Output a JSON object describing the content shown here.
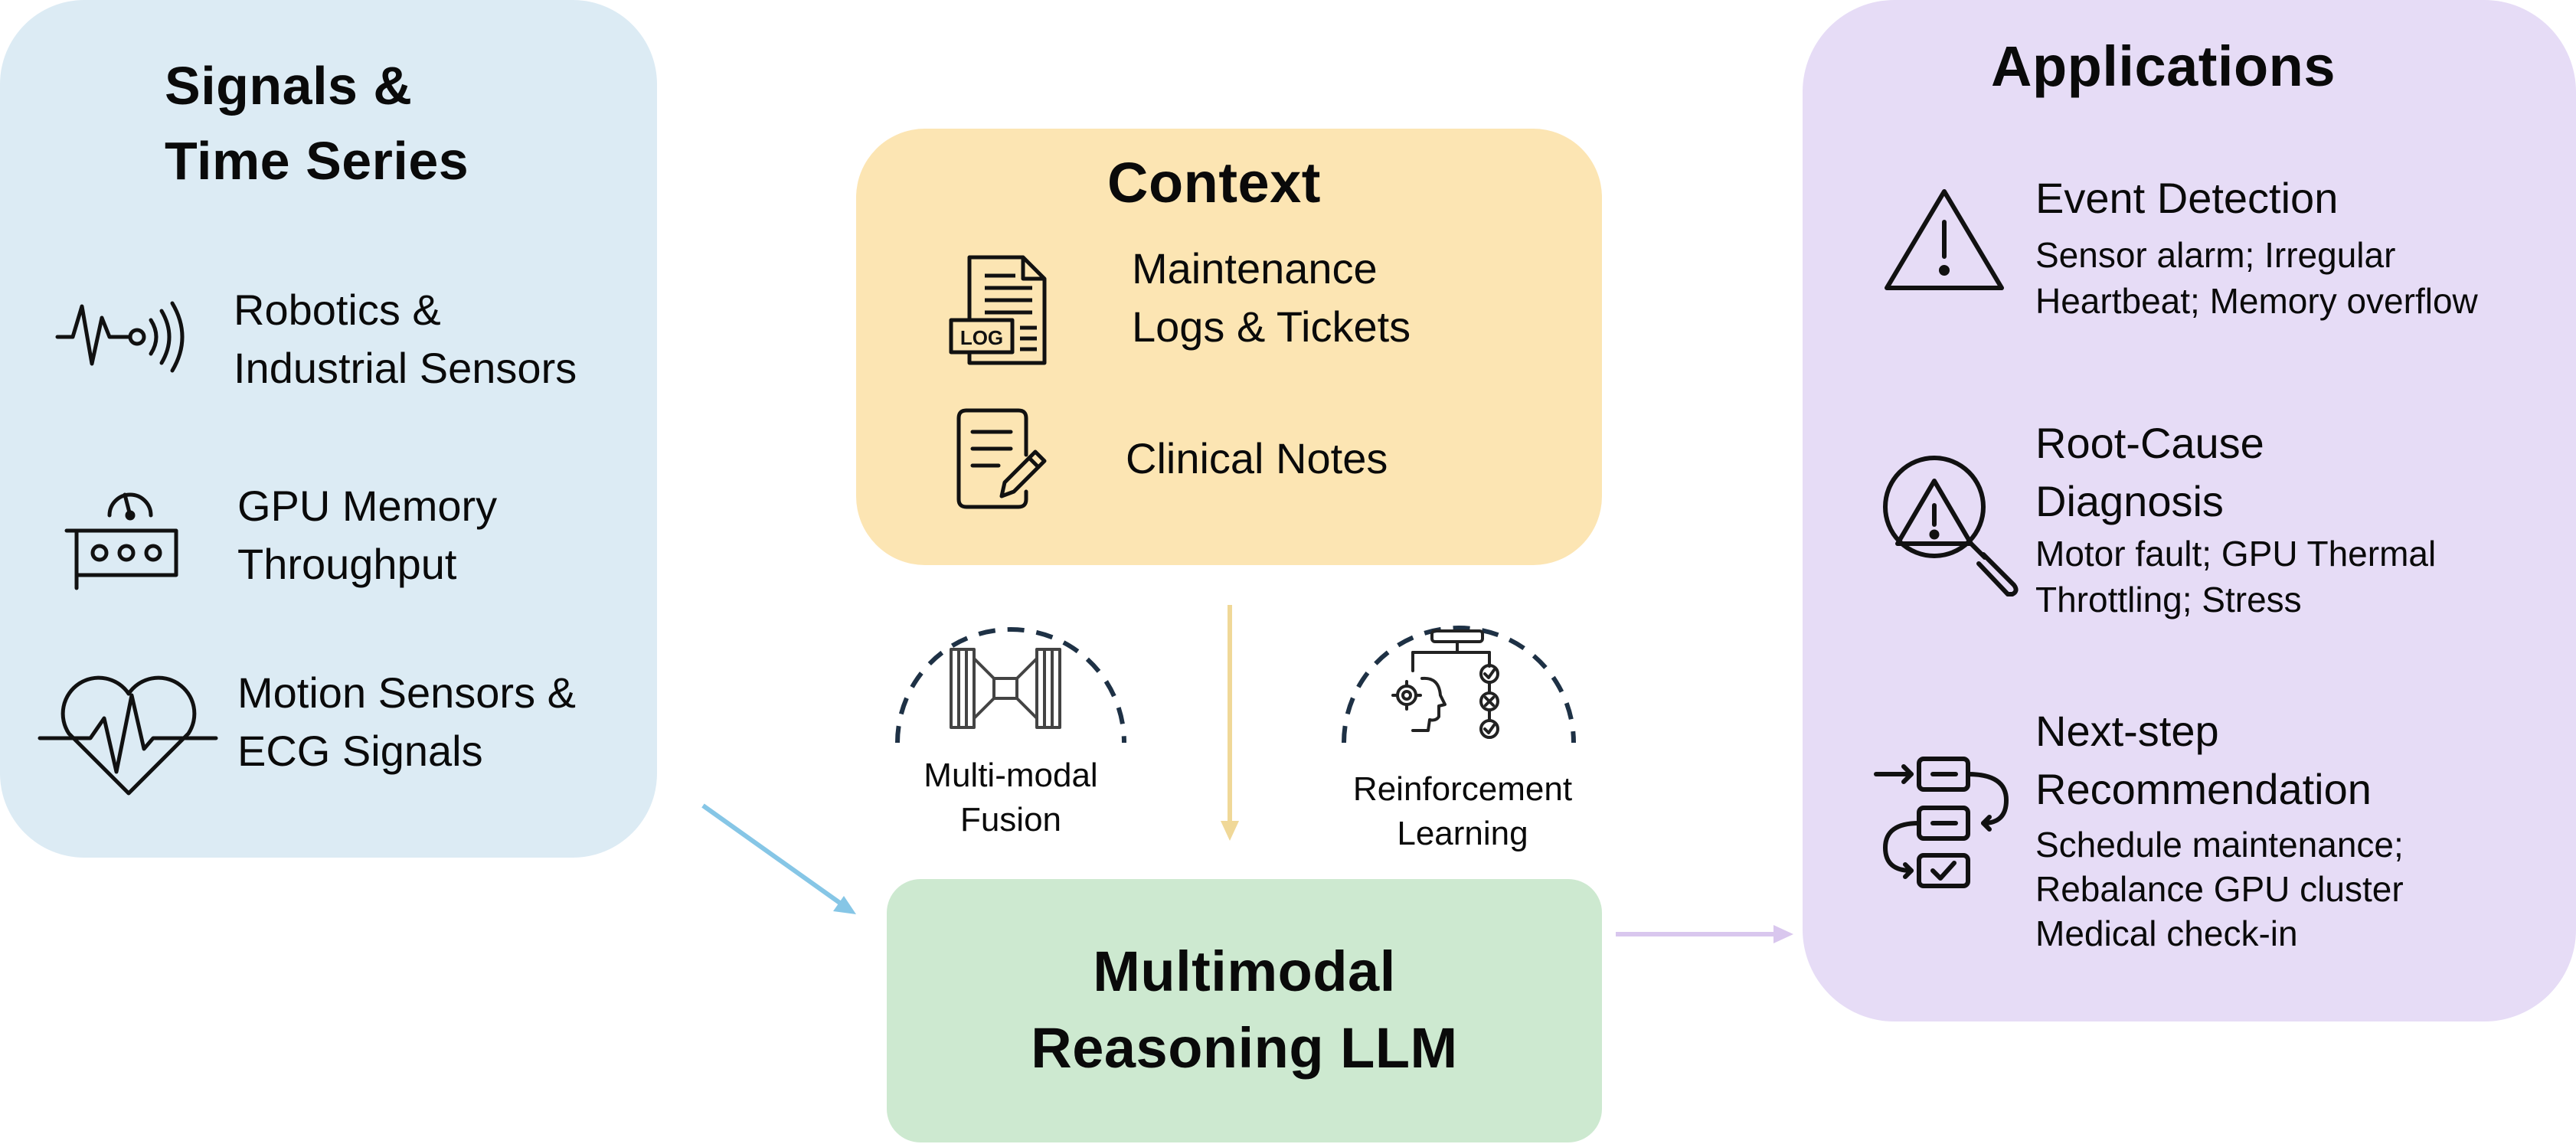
{
  "colors": {
    "signals_bg": "#dcebf4",
    "context_bg": "#fce5b3",
    "llm_bg": "#cde9d0",
    "apps_bg": "#e6dcf6",
    "blue_arrow": "#86c6e6",
    "yellow_arrow": "#f0d898",
    "purple_arrow": "#d9c7ee"
  },
  "signals": {
    "title_line1": "Signals &",
    "title_line2": "Time Series",
    "items": [
      {
        "icon": "sensor-wave-icon",
        "line1": "Robotics &",
        "line2": "Industrial Sensors"
      },
      {
        "icon": "gpu-card-icon",
        "line1": "GPU Memory",
        "line2": "Throughput"
      },
      {
        "icon": "heartbeat-icon",
        "line1": "Motion Sensors &",
        "line2": "ECG Signals"
      }
    ]
  },
  "context": {
    "title": "Context",
    "items": [
      {
        "icon": "log-document-icon",
        "line1": "Maintenance",
        "line2": "Logs & Tickets",
        "badge": "LOG"
      },
      {
        "icon": "clinical-notes-icon",
        "line1": "Clinical Notes"
      }
    ]
  },
  "methods": {
    "fusion": {
      "icon": "fusion-icon",
      "line1": "Multi-modal",
      "line2": "Fusion"
    },
    "rl": {
      "icon": "reinforcement-learning-icon",
      "line1": "Reinforcement",
      "line2": "Learning"
    }
  },
  "llm": {
    "line1": "Multimodal",
    "line2": "Reasoning LLM"
  },
  "applications": {
    "title": "Applications",
    "items": [
      {
        "icon": "warning-icon",
        "title_lines": [
          "Event Detection"
        ],
        "desc_lines": [
          "Sensor alarm; Irregular",
          "Heartbeat; Memory overflow"
        ]
      },
      {
        "icon": "diagnosis-magnifier-icon",
        "title_lines": [
          "Root-Cause",
          "Diagnosis"
        ],
        "desc_lines": [
          "Motor fault; GPU Thermal",
          "Throttling; Stress"
        ]
      },
      {
        "icon": "workflow-icon",
        "title_lines": [
          "Next-step",
          "Recommendation"
        ],
        "desc_lines": [
          "Schedule maintenance;",
          "Rebalance GPU cluster",
          "Medical check-in"
        ]
      }
    ]
  }
}
